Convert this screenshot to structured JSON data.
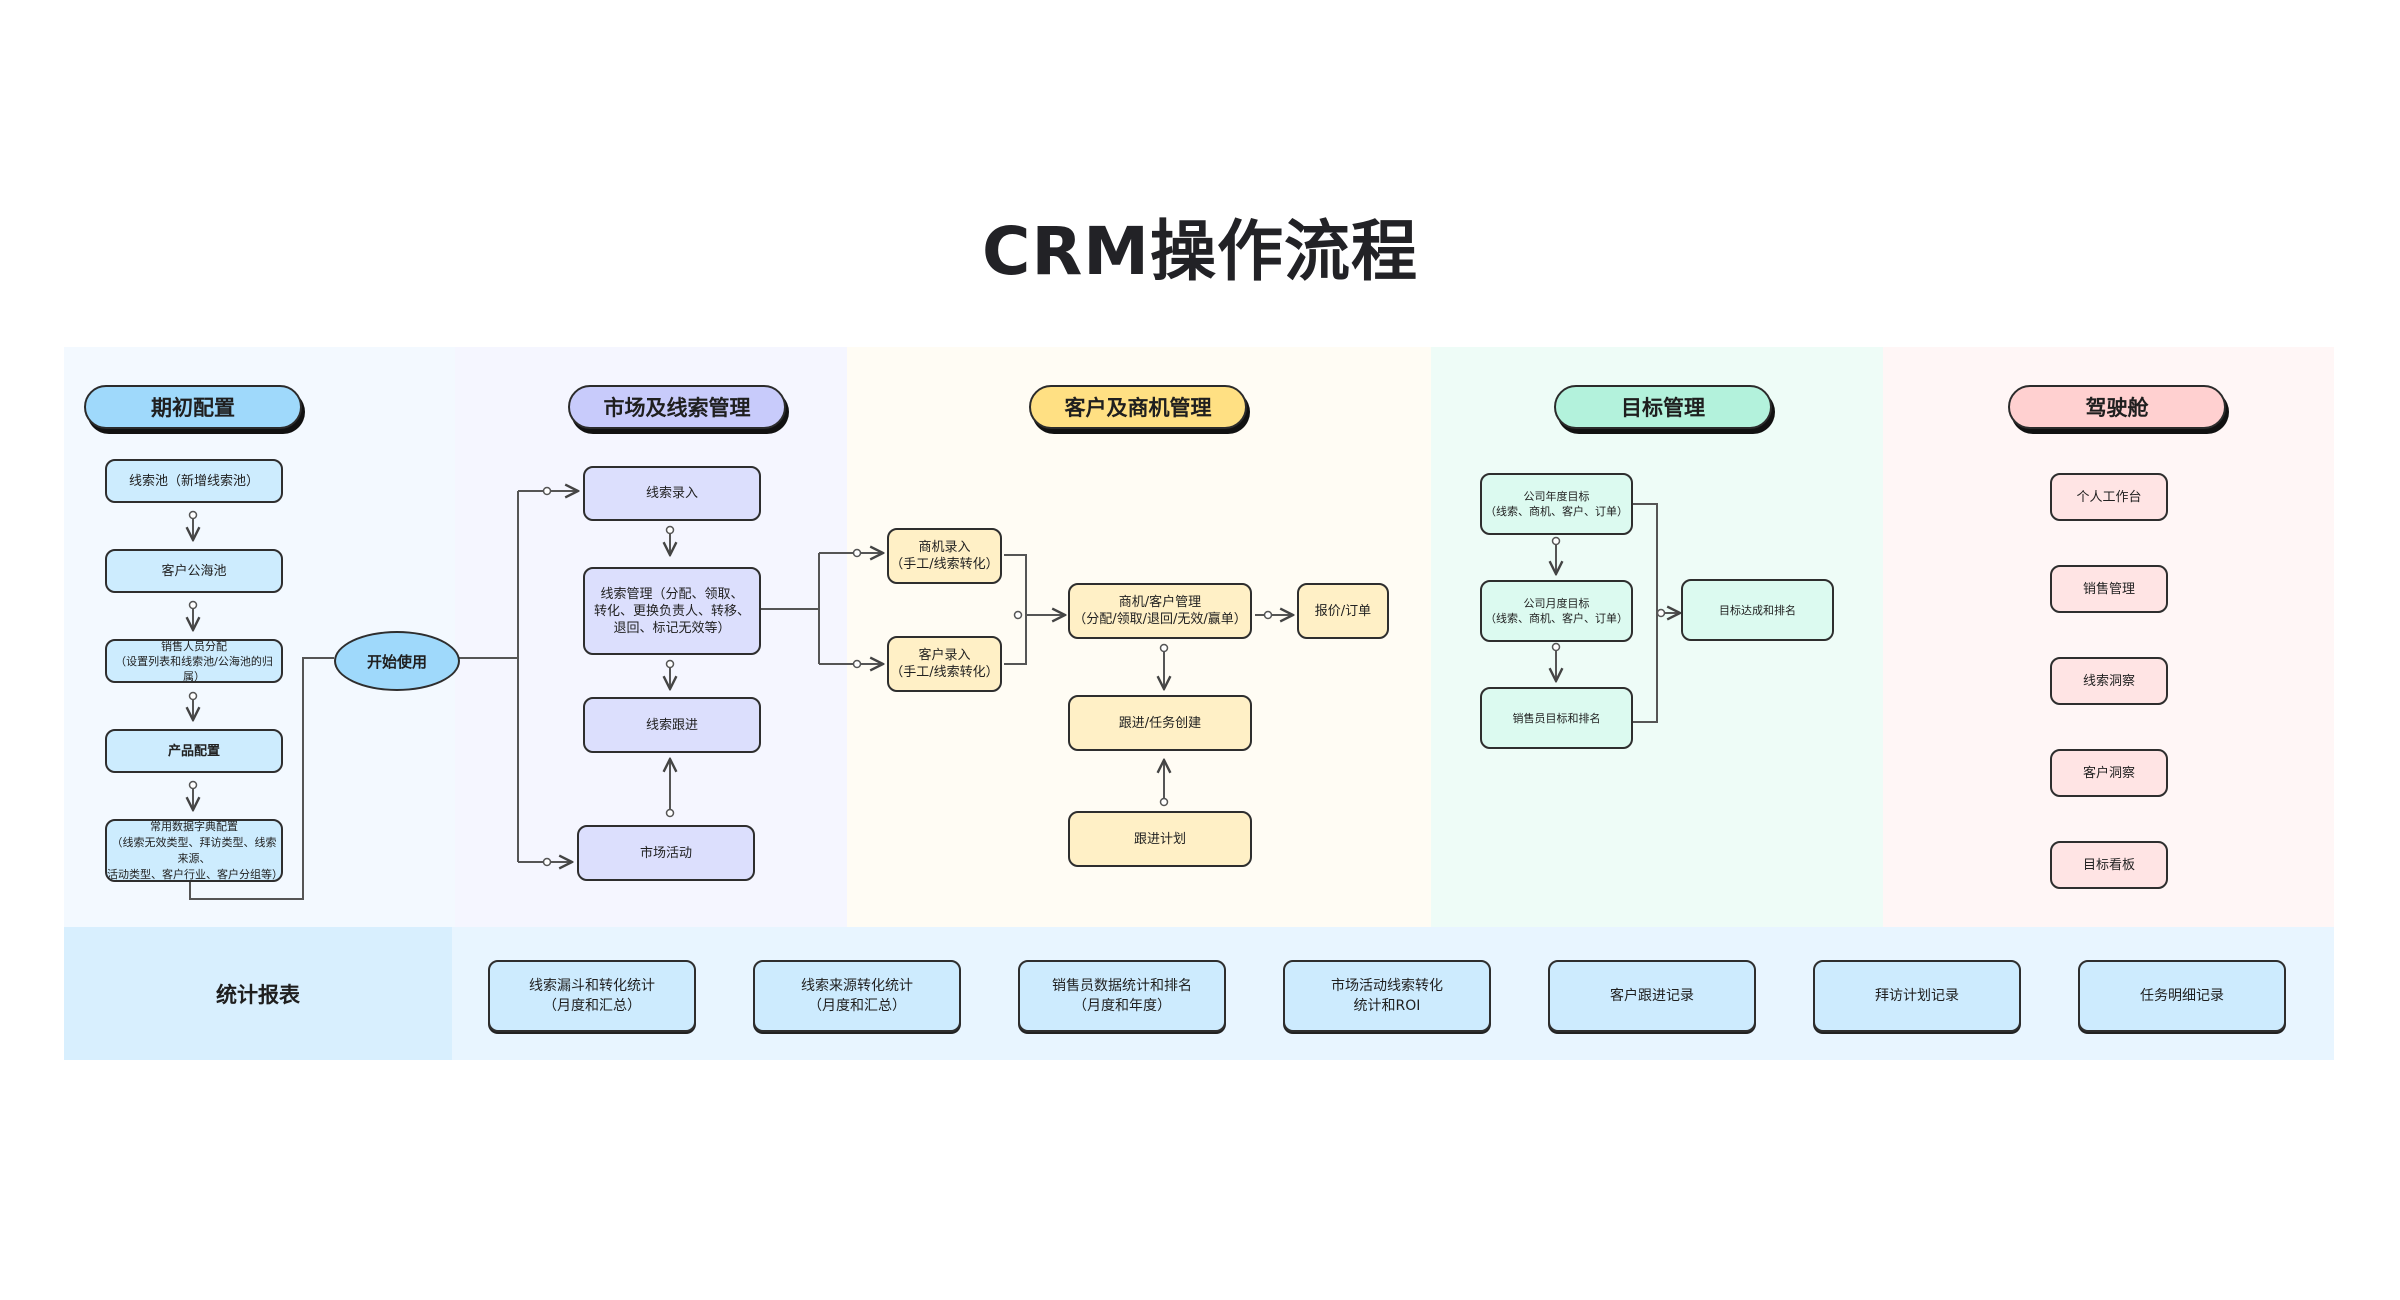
{
  "title": "CRM操作流程",
  "colors": {
    "initial_config": "#9fd9fb",
    "marketing_leads": "#c8cbfb",
    "customer_opportunity": "#ffe083",
    "target_management": "#b3f2dc",
    "cockpit": "#ffd0d0",
    "reports": "#cdebfe"
  },
  "sections": {
    "initial_config": {
      "header": "期初配置",
      "items": [
        "线索池（新增线索池）",
        "客户公海池",
        "销售人员分配\n（设置列表和线索池/公海池的归属）",
        "产品配置",
        "常用数据字典配置\n（线索无效类型、拜访类型、线索来源、\n活动类型、客户行业、客户分组等）"
      ]
    },
    "start": "开始使用",
    "marketing_leads": {
      "header": "市场及线索管理",
      "items": [
        "线索录入",
        "线索管理（分配、领取、\n转化、更换负责人、转移、\n退回、标记无效等）",
        "线索跟进",
        "市场活动"
      ]
    },
    "customer_opportunity": {
      "header": "客户及商机管理",
      "items": [
        "商机录入\n（手工/线索转化）",
        "客户录入\n（手工/线索转化）",
        "商机/客户管理\n（分配/领取/退回/无效/赢单）",
        "报价/订单",
        "跟进/任务创建",
        "跟进计划"
      ]
    },
    "target_management": {
      "header": "目标管理",
      "items": [
        "公司年度目标\n（线索、商机、客户、订单）",
        "公司月度目标\n（线索、商机、客户、订单）",
        "销售员目标和排名",
        "目标达成和排名"
      ]
    },
    "cockpit": {
      "header": "驾驶舱",
      "items": [
        "个人工作台",
        "销售管理",
        "线索洞察",
        "客户洞察",
        "目标看板"
      ]
    }
  },
  "reports": {
    "header": "统计报表",
    "items": [
      "线索漏斗和转化统计\n（月度和汇总）",
      "线索来源转化统计\n（月度和汇总）",
      "销售员数据统计和排名\n（月度和年度）",
      "市场活动线索转化\n统计和ROI",
      "客户跟进记录",
      "拜访计划记录",
      "任务明细记录"
    ]
  }
}
